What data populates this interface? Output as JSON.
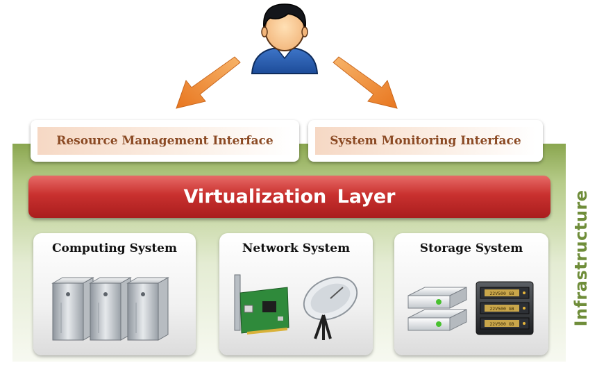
{
  "interfaces": {
    "resource_label": "Resource Management Interface",
    "monitor_label": "System Monitoring Interface"
  },
  "virtualization_label": "Virtualization  Layer",
  "infrastructure_label": "Infrastructure",
  "systems": [
    {
      "label": "Computing System",
      "icon": "server-towers-icon"
    },
    {
      "label": "Network System",
      "icon": "network-card-and-satellite-dish-icon"
    },
    {
      "label": "Storage System",
      "icon": "hard-drives-and-storage-rack-icon"
    }
  ],
  "rack_labels": [
    "22V500 GB",
    "22V500 GB",
    "22V500 GB"
  ],
  "colors": {
    "interface_text": "#8b4a24",
    "virtualization": "#c9312f",
    "infrastructure": "#6f8d3a",
    "arrow": "#f0913a"
  }
}
